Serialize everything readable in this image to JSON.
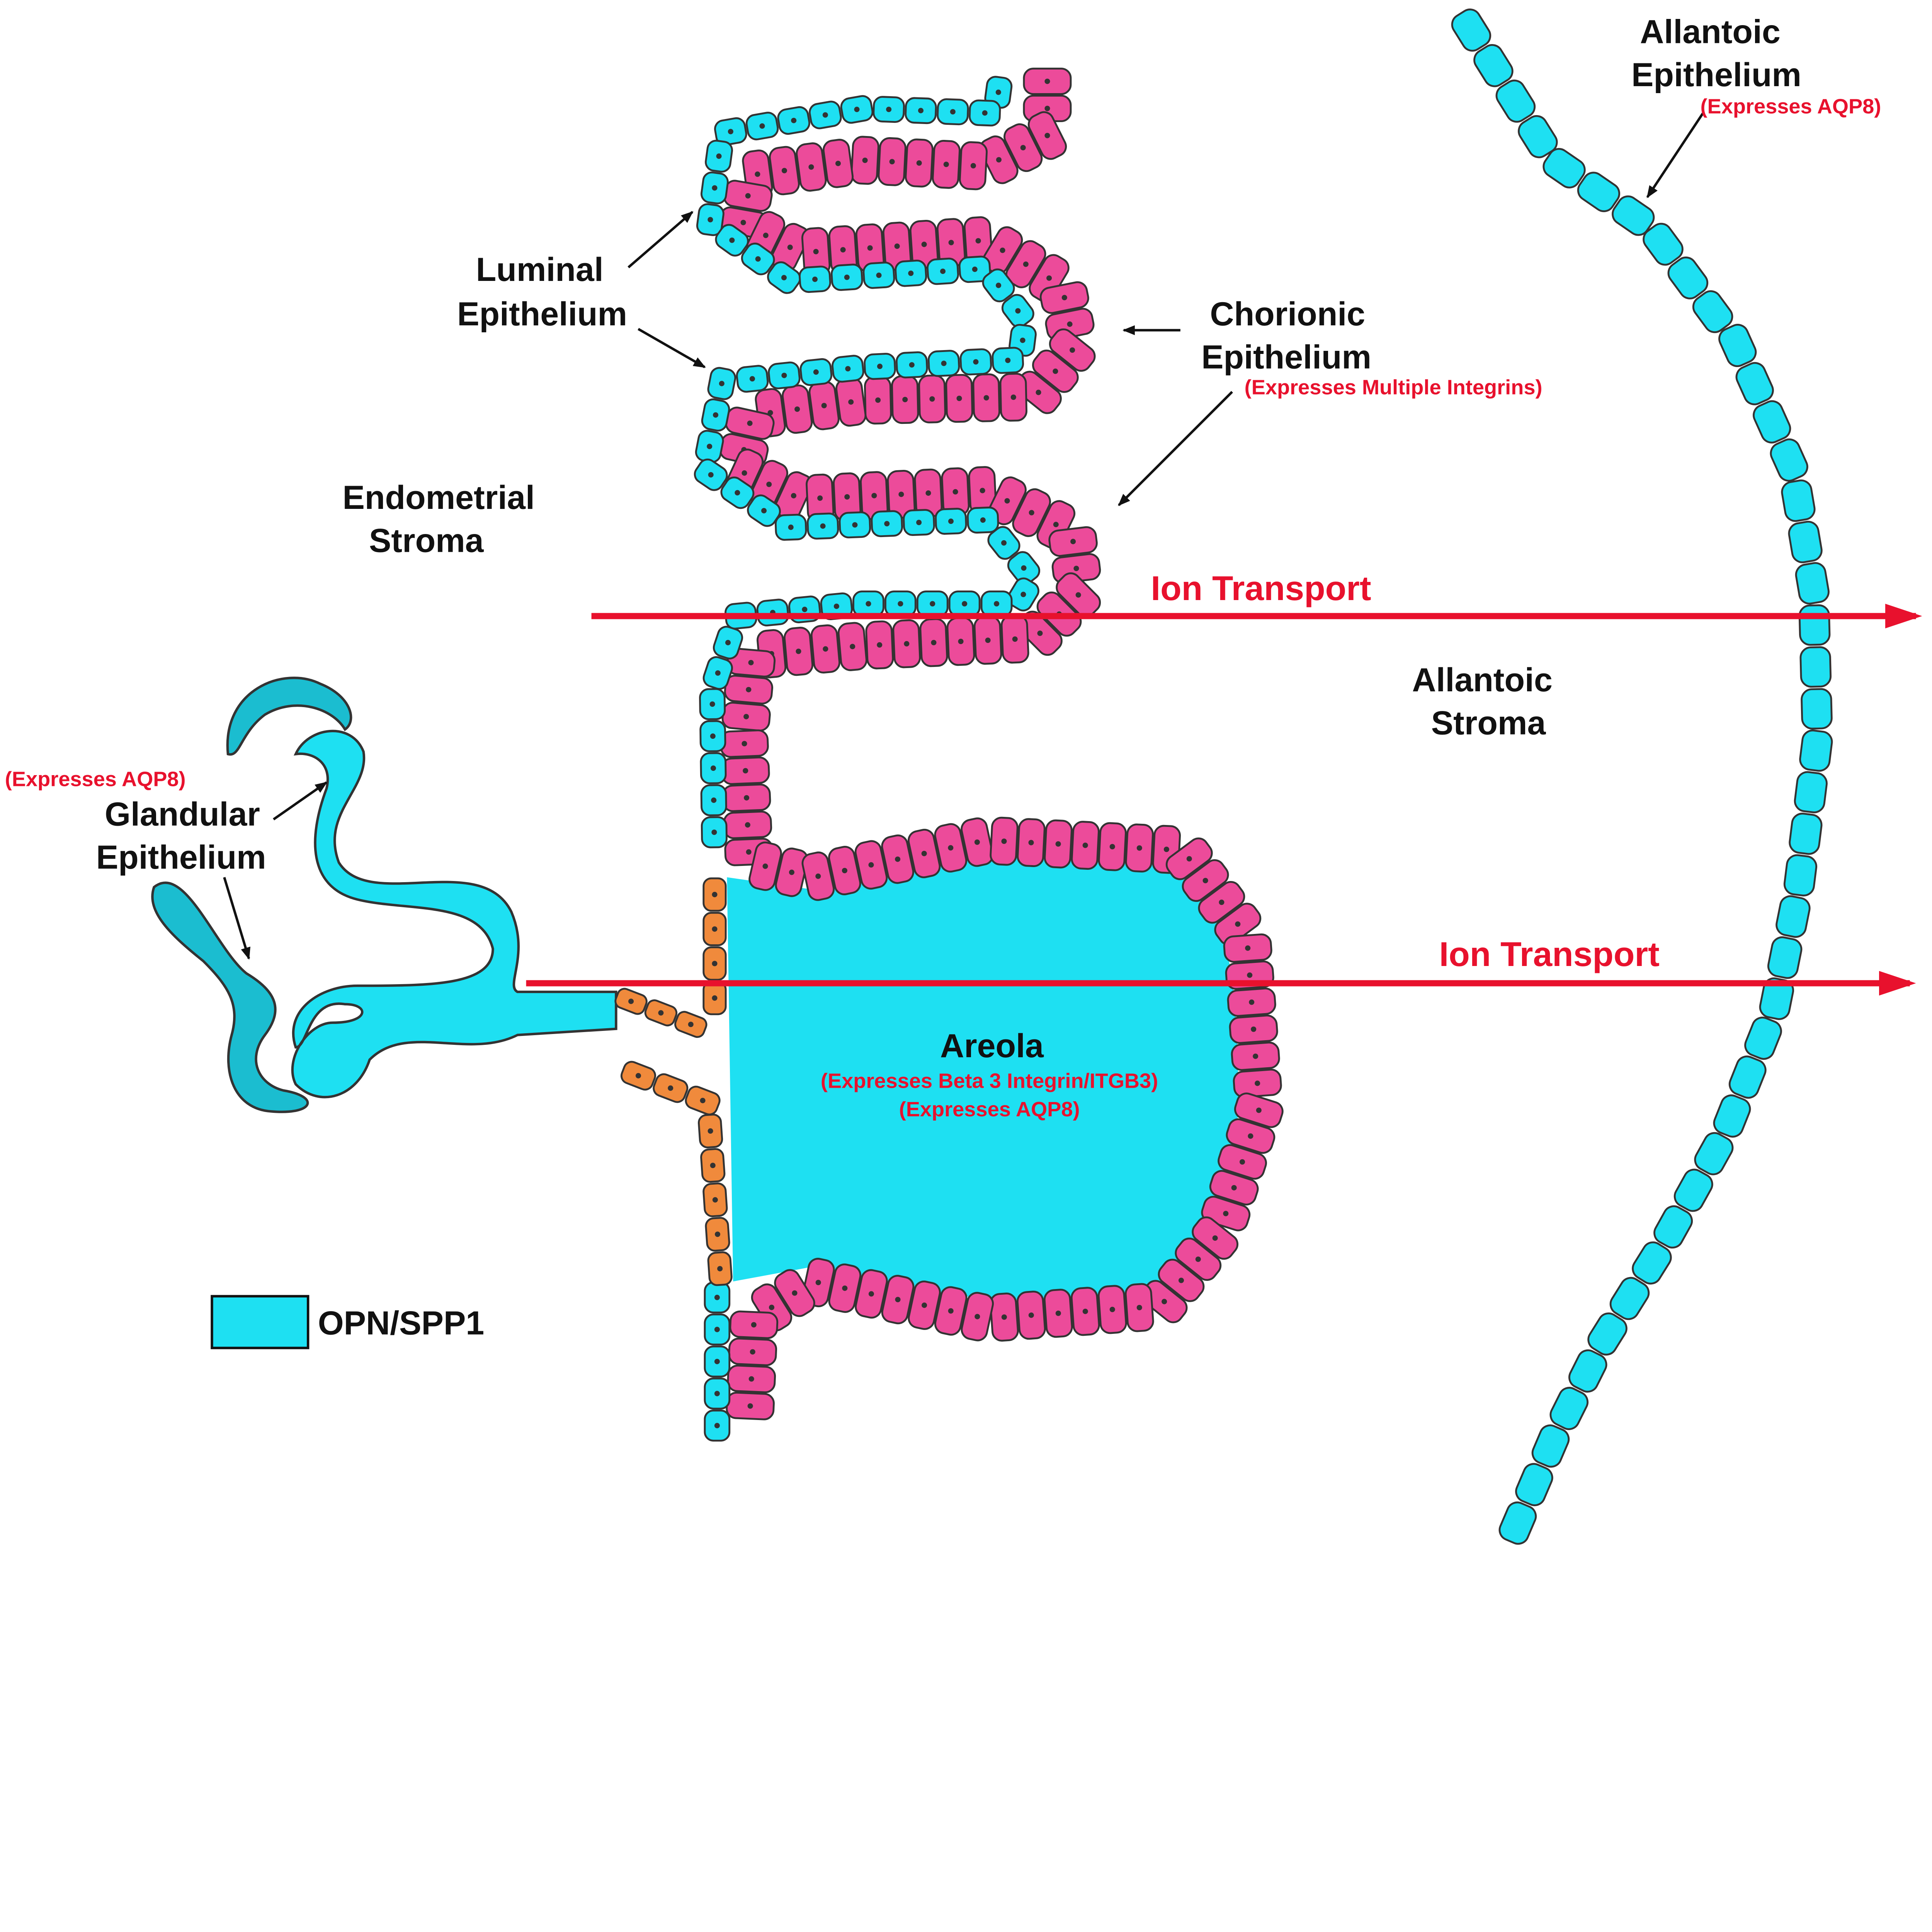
{
  "colors": {
    "opn": "#1ee0f2",
    "chorion": "#ec4b9a",
    "gland_dark": "#1bbdd0",
    "orange": "#f08a3c",
    "arrow_red": "#e8112d",
    "outline": "#333333"
  },
  "labels": {
    "allantoic_epithelium": [
      "Allantoic",
      "Epithelium"
    ],
    "allantoic_epithelium_note": "(Expresses AQP8)",
    "luminal_epithelium": [
      "Luminal",
      "Epithelium"
    ],
    "chorionic_epithelium": [
      "Chorionic",
      "Epithelium"
    ],
    "chorionic_note": "(Expresses Multiple Integrins)",
    "endometrial_stroma": [
      "Endometrial",
      "Stroma"
    ],
    "ion_transport_top": "Ion Transport",
    "ion_transport_bottom": "Ion Transport",
    "allantoic_stroma": [
      "Allantoic",
      "Stroma"
    ],
    "glandular_note": "(Expresses AQP8)",
    "glandular_epithelium": [
      "Glandular",
      "Epithelium"
    ],
    "areola": "Areola",
    "areola_note_1": "(Expresses Beta 3 Integrin/ITGB3)",
    "areola_note_2": "(Expresses AQP8)"
  },
  "legend": {
    "label": "OPN/SPP1"
  }
}
